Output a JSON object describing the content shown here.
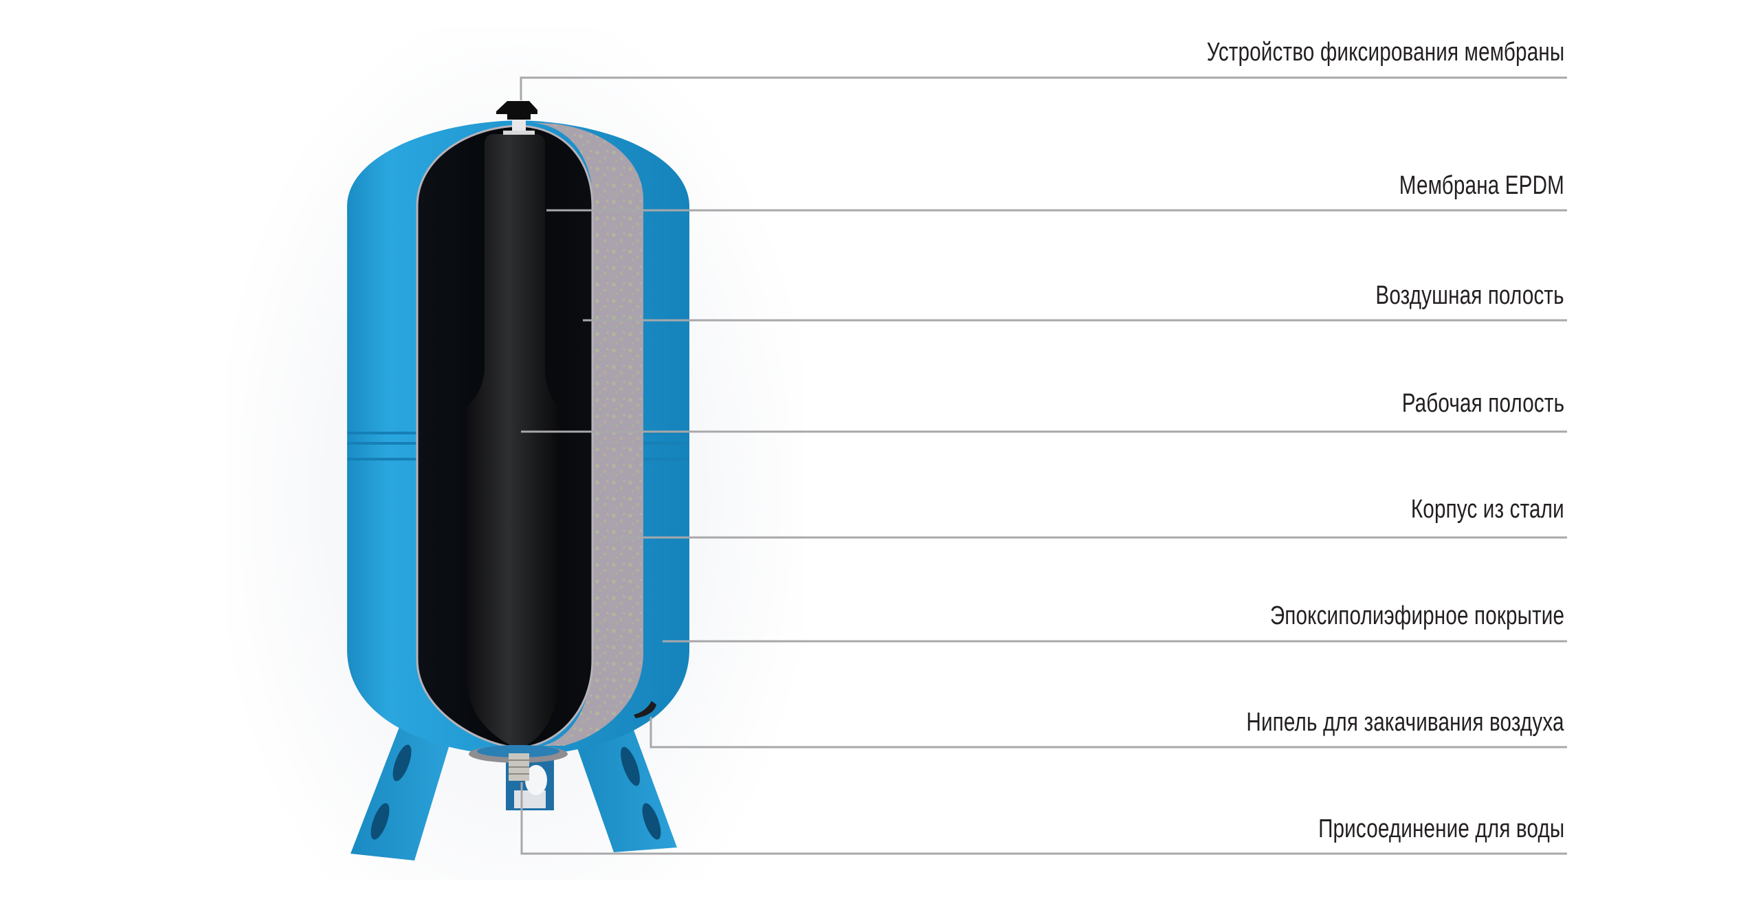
{
  "diagram": {
    "subject": "Membrane expansion tank (cutaway)",
    "colors": {
      "tank_blue": "#1e93cc",
      "tank_blue_light": "#2aa6de",
      "steel_band": "#a9a2ab",
      "membrane": "#1a1a1c",
      "leader_line": "#a8a8aa",
      "label_text": "#231f20"
    },
    "callouts": [
      {
        "id": "membrane-fixing",
        "label": "Устройство фиксирования мембраны"
      },
      {
        "id": "membrane-epdm",
        "label": "Мембрана EPDM"
      },
      {
        "id": "air-chamber",
        "label": "Воздушная полость"
      },
      {
        "id": "working-chamber",
        "label": "Рабочая полость"
      },
      {
        "id": "steel-body",
        "label": "Корпус из стали"
      },
      {
        "id": "epoxy-coating",
        "label": "Эпоксиполиэфирное покрытие"
      },
      {
        "id": "air-valve",
        "label": "Нипель для закачивания воздуха"
      },
      {
        "id": "water-connection",
        "label": "Присоединение для воды"
      }
    ]
  }
}
